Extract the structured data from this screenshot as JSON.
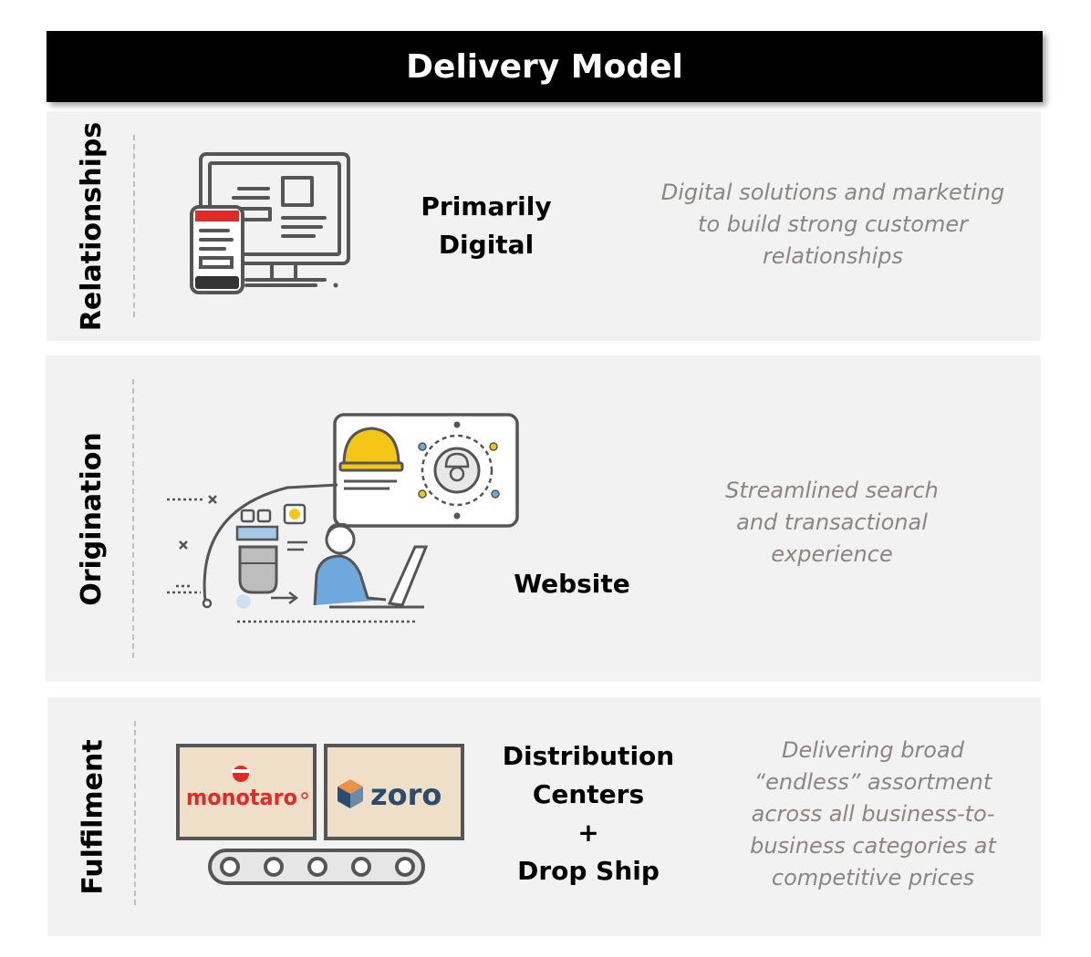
{
  "header": {
    "title": "Delivery Model"
  },
  "rows": [
    {
      "label": "Relationships",
      "icon": "computer-and-phone-icon",
      "mid_lines": [
        "Primarily",
        "Digital"
      ],
      "desc_lines": [
        "Digital solutions and marketing",
        "to build strong customer",
        "relationships"
      ]
    },
    {
      "label": "Origination",
      "icon": "online-ordering-icon",
      "mid_lines": [
        "Website"
      ],
      "desc_lines": [
        "Streamlined search",
        "and transactional",
        "experience"
      ]
    },
    {
      "label": "Fulfilment",
      "icon": "conveyor-boxes-icon",
      "mid_lines": [
        "Distribution",
        "Centers",
        "+",
        "Drop Ship"
      ],
      "desc_lines": [
        "Delivering broad",
        "“endless” assortment",
        "across all business-to-",
        "business categories at",
        "competitive prices"
      ],
      "logos": [
        "monotaro",
        "zoro"
      ]
    }
  ],
  "colors": {
    "accent_red": "#e02b27",
    "icon_gray": "#555555",
    "desc_text": "#8c8582",
    "panel_bg": "#f2f2f2"
  }
}
